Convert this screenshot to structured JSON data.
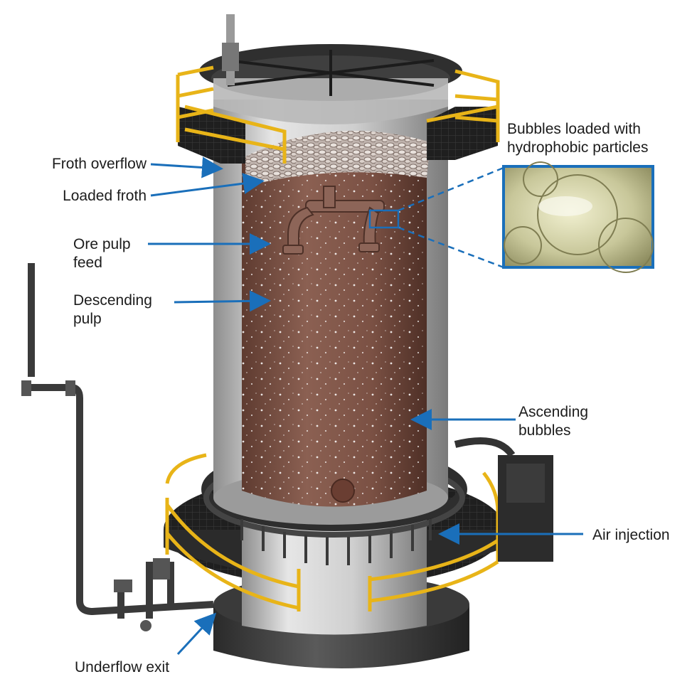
{
  "labels": {
    "froth_overflow": "Froth overflow",
    "loaded_froth": "Loaded froth",
    "ore_pulp_feed": "Ore pulp\nfeed",
    "descending_pulp": "Descending\npulp",
    "bubbles_loaded": "Bubbles loaded with\nhydrophobic particles",
    "ascending_bubbles": "Ascending\nbubbles",
    "air_injection": "Air injection",
    "underflow_exit": "Underflow exit"
  },
  "colors": {
    "arrow": "#1a6fba",
    "pulp": "#7a4e40",
    "tank_steel": "#c9c9c9",
    "railing": "#e8b418",
    "platform": "#2b2b2b",
    "inset_border": "#1a6fba"
  },
  "icons": [
    "pointer-arrow",
    "magnifier-inset"
  ]
}
